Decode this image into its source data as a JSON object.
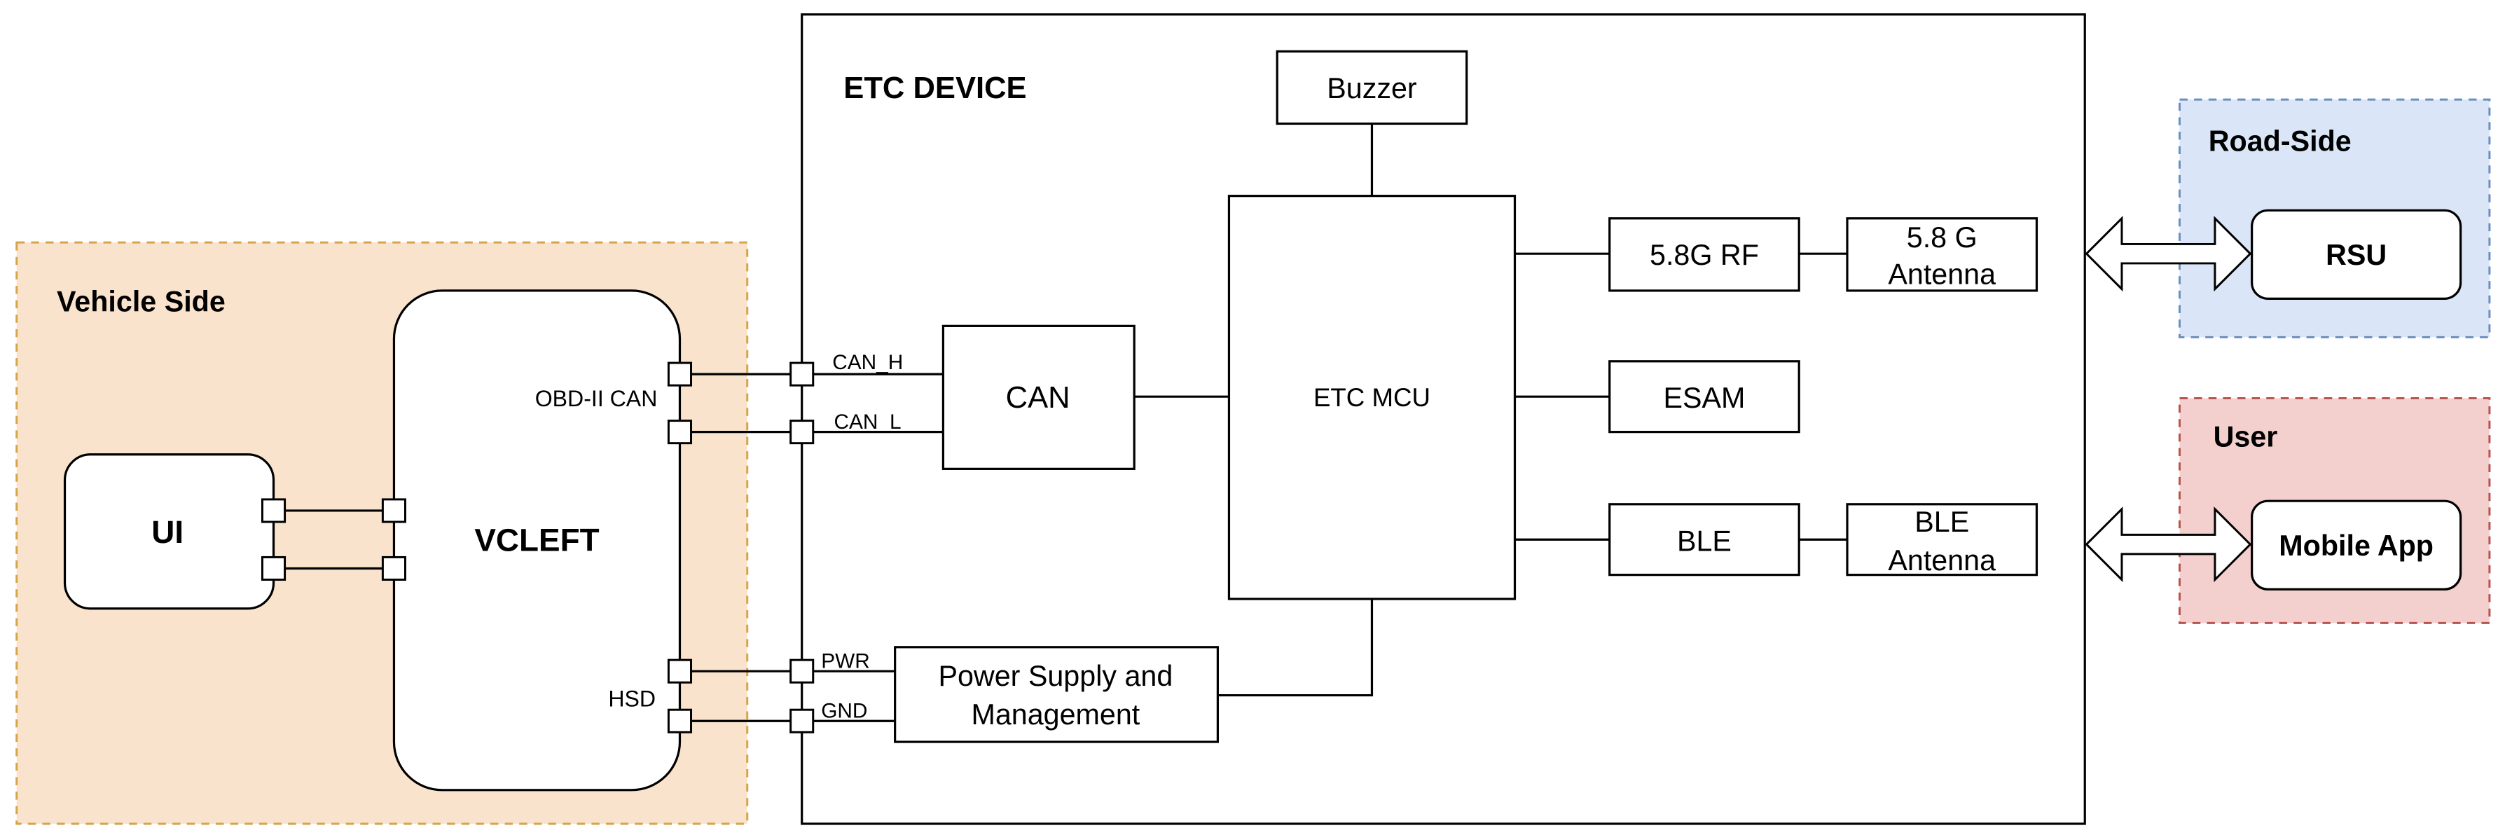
{
  "groups": {
    "vehicle_side": {
      "label": "Vehicle Side",
      "fill": "#FAE3CC",
      "stroke": "#D6A449"
    },
    "etc_device": {
      "label": "ETC DEVICE"
    },
    "road_side": {
      "label": "Road-Side",
      "fill": "#DAE6F7",
      "stroke": "#6C8EBF"
    },
    "user": {
      "label": "User",
      "fill": "#F3D0CE",
      "stroke": "#B85450"
    }
  },
  "blocks": {
    "ui": "UI",
    "vcleft": "VCLEFT",
    "can": "CAN",
    "etc_mcu": "ETC MCU",
    "buzzer": "Buzzer",
    "power_line1": "Power Supply and",
    "power_line2": "Management",
    "rf_58g": "5.8G RF",
    "antenna_58g_line1": "5.8 G",
    "antenna_58g_line2": "Antenna",
    "esam": "ESAM",
    "ble": "BLE",
    "ble_antenna_line1": "BLE",
    "ble_antenna_line2": "Antenna",
    "rsu": "RSU",
    "mobile_app": "Mobile App"
  },
  "labels": {
    "obd_can": "OBD-II CAN",
    "hsd": "HSD",
    "can_h": "CAN_H",
    "can_l": "CAN_L",
    "pwr": "PWR",
    "gnd": "GND"
  },
  "connections": [
    {
      "from": "UI",
      "to": "VCLEFT",
      "count": 2
    },
    {
      "from": "VCLEFT OBD-II CAN",
      "to": "CAN",
      "signals": [
        "CAN_H",
        "CAN_L"
      ]
    },
    {
      "from": "VCLEFT HSD",
      "to": "Power Supply and Management",
      "signals": [
        "PWR",
        "GND"
      ]
    },
    {
      "from": "CAN",
      "to": "ETC MCU"
    },
    {
      "from": "Buzzer",
      "to": "ETC MCU"
    },
    {
      "from": "Power Supply and Management",
      "to": "ETC MCU"
    },
    {
      "from": "ETC MCU",
      "to": "5.8G RF"
    },
    {
      "from": "5.8G RF",
      "to": "5.8 G Antenna"
    },
    {
      "from": "ETC MCU",
      "to": "ESAM"
    },
    {
      "from": "ETC MCU",
      "to": "BLE"
    },
    {
      "from": "BLE",
      "to": "BLE Antenna"
    },
    {
      "from": "ETC DEVICE",
      "to": "RSU",
      "type": "bidirectional"
    },
    {
      "from": "ETC DEVICE",
      "to": "Mobile App",
      "type": "bidirectional"
    }
  ]
}
